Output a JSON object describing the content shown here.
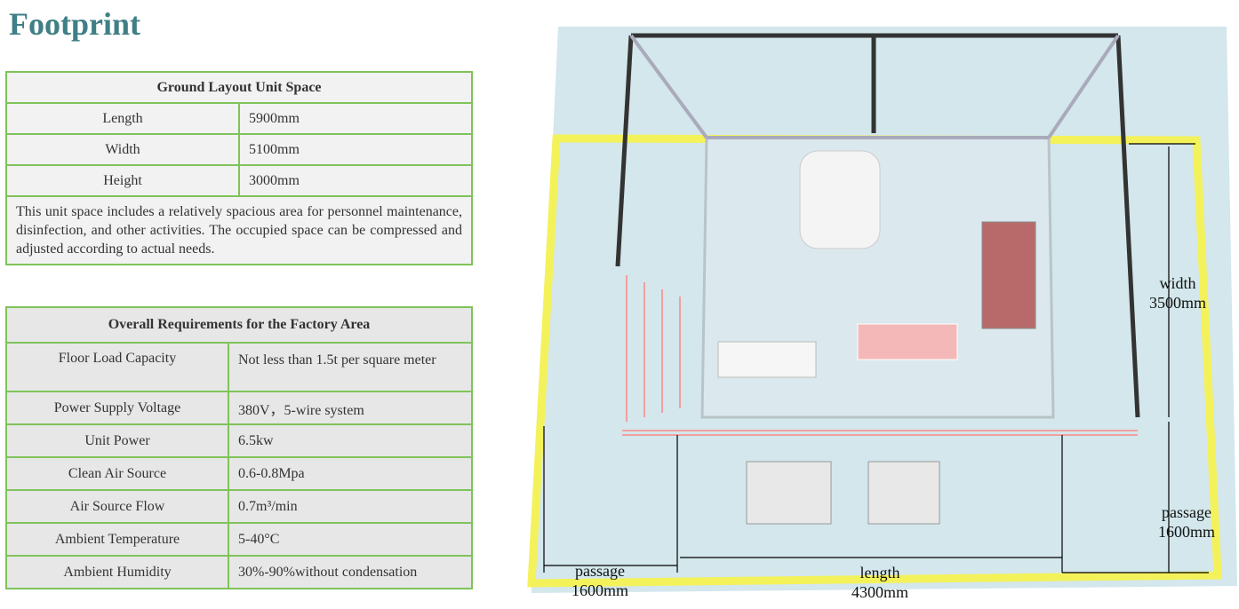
{
  "title": "Footprint",
  "ground_layout": {
    "header": "Ground Layout Unit Space",
    "rows": [
      {
        "k": "Length",
        "v": "5900mm"
      },
      {
        "k": "Width",
        "v": "5100mm"
      },
      {
        "k": "Height",
        "v": "3000mm"
      }
    ],
    "description": "This unit space includes a relatively spacious area for personnel maintenance, disinfection, and other activities. The occupied space can be compressed and adjusted according to actual needs."
  },
  "factory": {
    "header": "Overall Requirements for the Factory Area",
    "rows": [
      {
        "k": "Floor Load Capacity",
        "v": "Not less than 1.5t per square meter"
      },
      {
        "k": "Power Supply Voltage",
        "v": "380V，5-wire system"
      },
      {
        "k": "Unit Power",
        "v": "6.5kw"
      },
      {
        "k": "Clean Air Source",
        "v": "0.6-0.8Mpa"
      },
      {
        "k": "Air Source Flow",
        "v": "0.7m³/min"
      },
      {
        "k": "Ambient Temperature",
        "v": "5-40°C"
      },
      {
        "k": "Ambient Humidity",
        "v": "30%-90%without condensation"
      }
    ]
  },
  "diagram": {
    "width_label": "width",
    "width_value": "3500mm",
    "passage_right_label": "passage",
    "passage_right_value": "1600mm",
    "passage_left_label": "passage",
    "passage_left_value": "1600mm",
    "length_label": "length",
    "length_value": "4300mm"
  }
}
